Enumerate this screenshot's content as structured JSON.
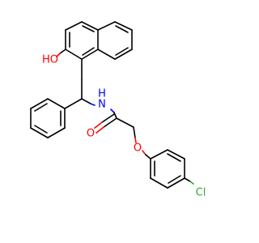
{
  "molecule": {
    "atoms": {
      "hydroxyl_oxygen": "HO",
      "amide_nitrogen": "N",
      "amide_hydrogen": "H",
      "carbonyl_oxygen": "O",
      "ether_oxygen": "O",
      "chlorine": "Cl"
    },
    "colors": {
      "oxygen": "#ff0000",
      "nitrogen": "#0000ff",
      "chlorine": "#33aa33",
      "carbon_bond": "#000000",
      "background": "#ffffff"
    }
  }
}
